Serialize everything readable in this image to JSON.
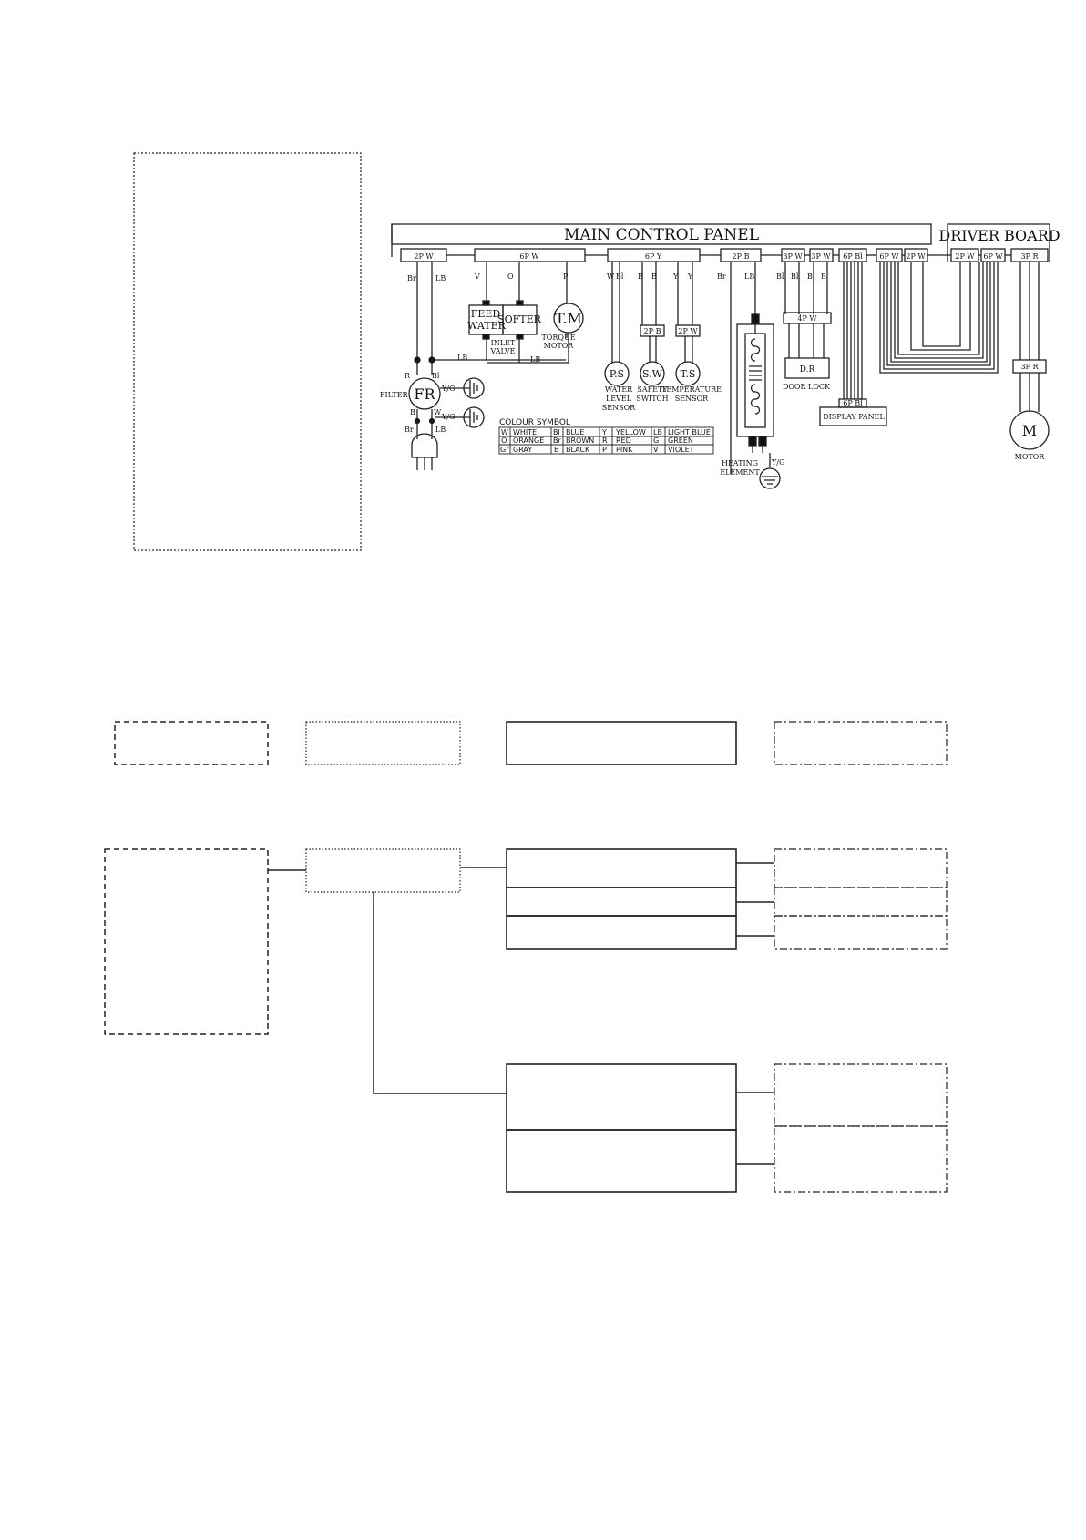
{
  "wiring": {
    "main_control_panel": "MAIN CONTROL PANEL",
    "driver_board": "DRIVER BOARD",
    "connectors": {
      "c1": "2P W",
      "c2": "6P W",
      "c3": "6P Y",
      "c4": "2P B",
      "c5": "3P W",
      "c6": "3P W",
      "c7": "6P Bl",
      "c8": "6P W",
      "c9": "2P W",
      "d1": "2P W",
      "d2": "6P W",
      "d3": "3P R",
      "sub_2pb": "2P B",
      "sub_2pw": "2P W",
      "sub_4pw": "4P W",
      "sub_6pbl": "6P Bl",
      "sub_3pr": "3P R"
    },
    "wire_labels": {
      "br": "Br",
      "lb": "LB",
      "v": "V",
      "o": "O",
      "p": "P",
      "w": "W",
      "bl": "Bl",
      "b": "B",
      "y": "Y",
      "r": "R",
      "yg": "Y/G"
    },
    "components": {
      "feed": "FEED",
      "water": "WATER",
      "softer": "SOFTER",
      "inlet": "INLET",
      "valve": "VALVE",
      "tm": "T.M",
      "torque": "TORQUE",
      "motor_word": "MOTOR",
      "ps": "P.S",
      "sw": "S.W",
      "ts": "T.S",
      "water_level_1": "WATER",
      "water_level_2": "LEVEL",
      "water_level_3": "SENSOR",
      "safety_1": "SAFETY",
      "safety_2": "SWITCH",
      "temp_1": "TEMPERATURE",
      "temp_2": "SENSOR",
      "heating_1": "HEATING",
      "heating_2": "ELEMENT",
      "dr": "D.R",
      "door_lock": "DOOR LOCK",
      "display_panel": "DISPLAY PANEL",
      "m": "M",
      "motor": "MOTOR",
      "filter": "FILTER",
      "fr": "FR"
    },
    "colour_symbol": {
      "title": "COLOUR SYMBOL",
      "rows": [
        [
          "W",
          "WHITE",
          "Bl",
          "BLUE",
          "Y",
          "YELLOW",
          "LB",
          "LIGHT BLUE"
        ],
        [
          "O",
          "ORANGE",
          "Br",
          "BROWN",
          "R",
          "RED",
          "G",
          "GREEN"
        ],
        [
          "Gr",
          "GRAY",
          "B",
          "BLACK",
          "P",
          "PINK",
          "V",
          "VIOLET"
        ]
      ]
    }
  }
}
